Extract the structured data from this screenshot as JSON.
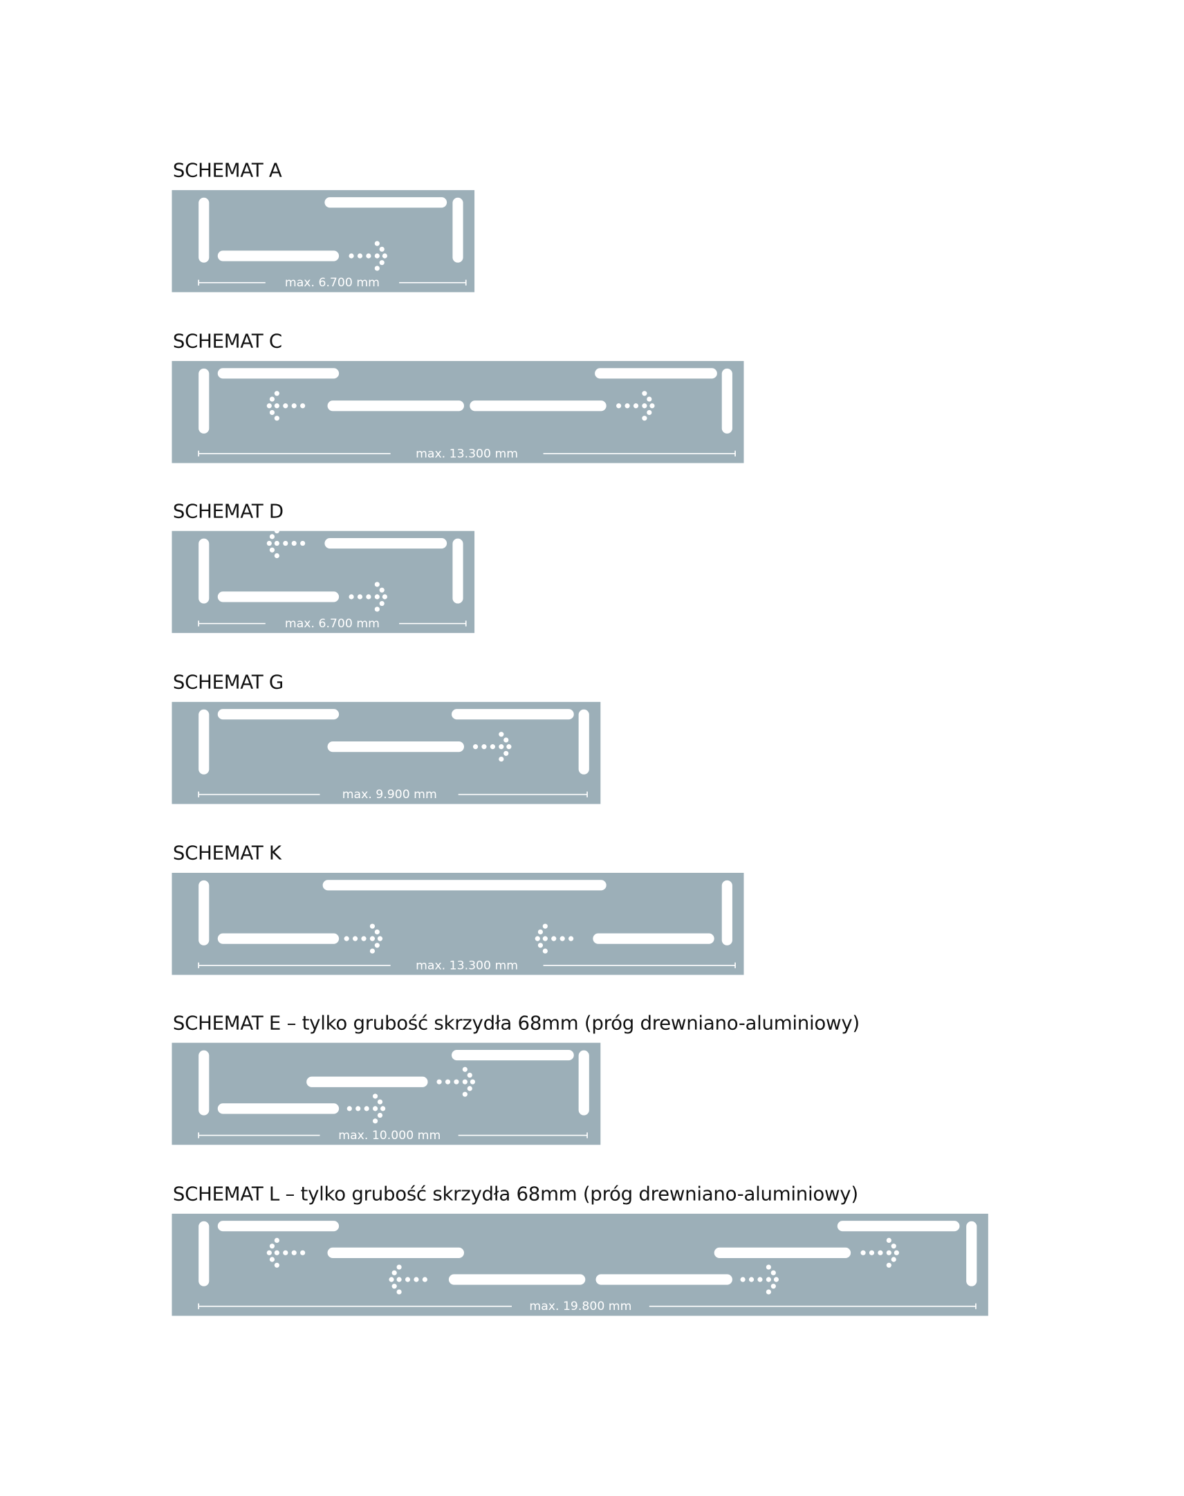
{
  "colors": {
    "plate": "#9cafb8",
    "cutout": "#ffffff",
    "text": "#111111"
  },
  "schemes": [
    {
      "id": "a",
      "title": "SCHEMAT A",
      "max_label": "max. 6.700 mm"
    },
    {
      "id": "c",
      "title": "SCHEMAT C",
      "max_label": "max. 13.300 mm"
    },
    {
      "id": "d",
      "title": "SCHEMAT D",
      "max_label": "max. 6.700 mm"
    },
    {
      "id": "g",
      "title": "SCHEMAT G",
      "max_label": "max. 9.900 mm"
    },
    {
      "id": "k",
      "title": "SCHEMAT K",
      "max_label": "max. 13.300 mm"
    },
    {
      "id": "e",
      "title": "SCHEMAT E – tylko grubość skrzydła 68mm (próg drewniano-aluminiowy)",
      "max_label": "max. 10.000 mm"
    },
    {
      "id": "l",
      "title": "SCHEMAT L – tylko grubość skrzydła 68mm (próg drewniano-aluminiowy)",
      "max_label": "max. 19.800 mm"
    }
  ]
}
